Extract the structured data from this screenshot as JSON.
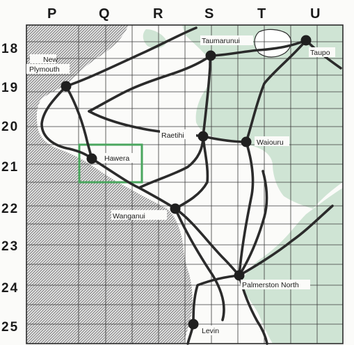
{
  "colors": {
    "land": "#fbfbf9",
    "mountain": "#cfe4d4",
    "sea_hatch": "#7a7a7a",
    "road": "#2b2b2b",
    "grid": "#3a3a3a",
    "highlight": "#4aa65e"
  },
  "grid": {
    "columns": [
      "P",
      "Q",
      "R",
      "S",
      "T",
      "U"
    ],
    "rows": [
      "18",
      "19",
      "20",
      "21",
      "22",
      "23",
      "24",
      "25"
    ]
  },
  "highlighted_cell": "Q21",
  "towns": [
    {
      "id": "taumarunui",
      "name": "Taumarunui"
    },
    {
      "id": "taupo",
      "name": "Taupo"
    },
    {
      "id": "new-plymouth",
      "name": "New Plymouth",
      "lines": [
        "New",
        "Plymouth"
      ]
    },
    {
      "id": "raetihi",
      "name": "Raetihi"
    },
    {
      "id": "waiouru",
      "name": "Waiouru"
    },
    {
      "id": "hawera",
      "name": "Hawera"
    },
    {
      "id": "wanganui",
      "name": "Wanganui"
    },
    {
      "id": "palmerston-north",
      "name": "Palmerston North"
    },
    {
      "id": "levin",
      "name": "Levin"
    }
  ]
}
